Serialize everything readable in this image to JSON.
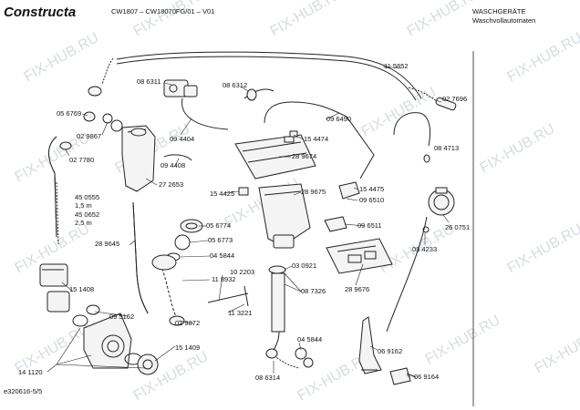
{
  "header": {
    "brand": "Constructa",
    "model": "CW1807 – CW18070FG/01 – V01",
    "category_line1": "WASCHGERÄTE",
    "category_line2": "Waschvollautomaten"
  },
  "footer": {
    "code": "e320616-5/5"
  },
  "watermark": {
    "text": "FIX-HUB.RU"
  },
  "part_labels": [
    "11 5852",
    "08 6311",
    "08 6312",
    "05 6769",
    "02 7696",
    "02 9867",
    "09 4404",
    "09 6490",
    "15 4474",
    "02 7780",
    "09 4408",
    "28 9674",
    "08 4713",
    "27 2653",
    "15 4425",
    "28 9675",
    "15 4475",
    "09 6510",
    "45 0555",
    "1,5 m",
    "45 0652",
    "2,5 m",
    "05 6774",
    "26 0751",
    "09 6511",
    "05 6773",
    "09 4233",
    "28 9645",
    "04 5844",
    "03 0921",
    "10 2203",
    "11 8932",
    "08 7326",
    "28 9676",
    "15 1408",
    "11 3221",
    "09 5162",
    "02 9872",
    "04 5844",
    "06 9162",
    "15 1409",
    "14 1120",
    "08 6314",
    "06 9164"
  ]
}
